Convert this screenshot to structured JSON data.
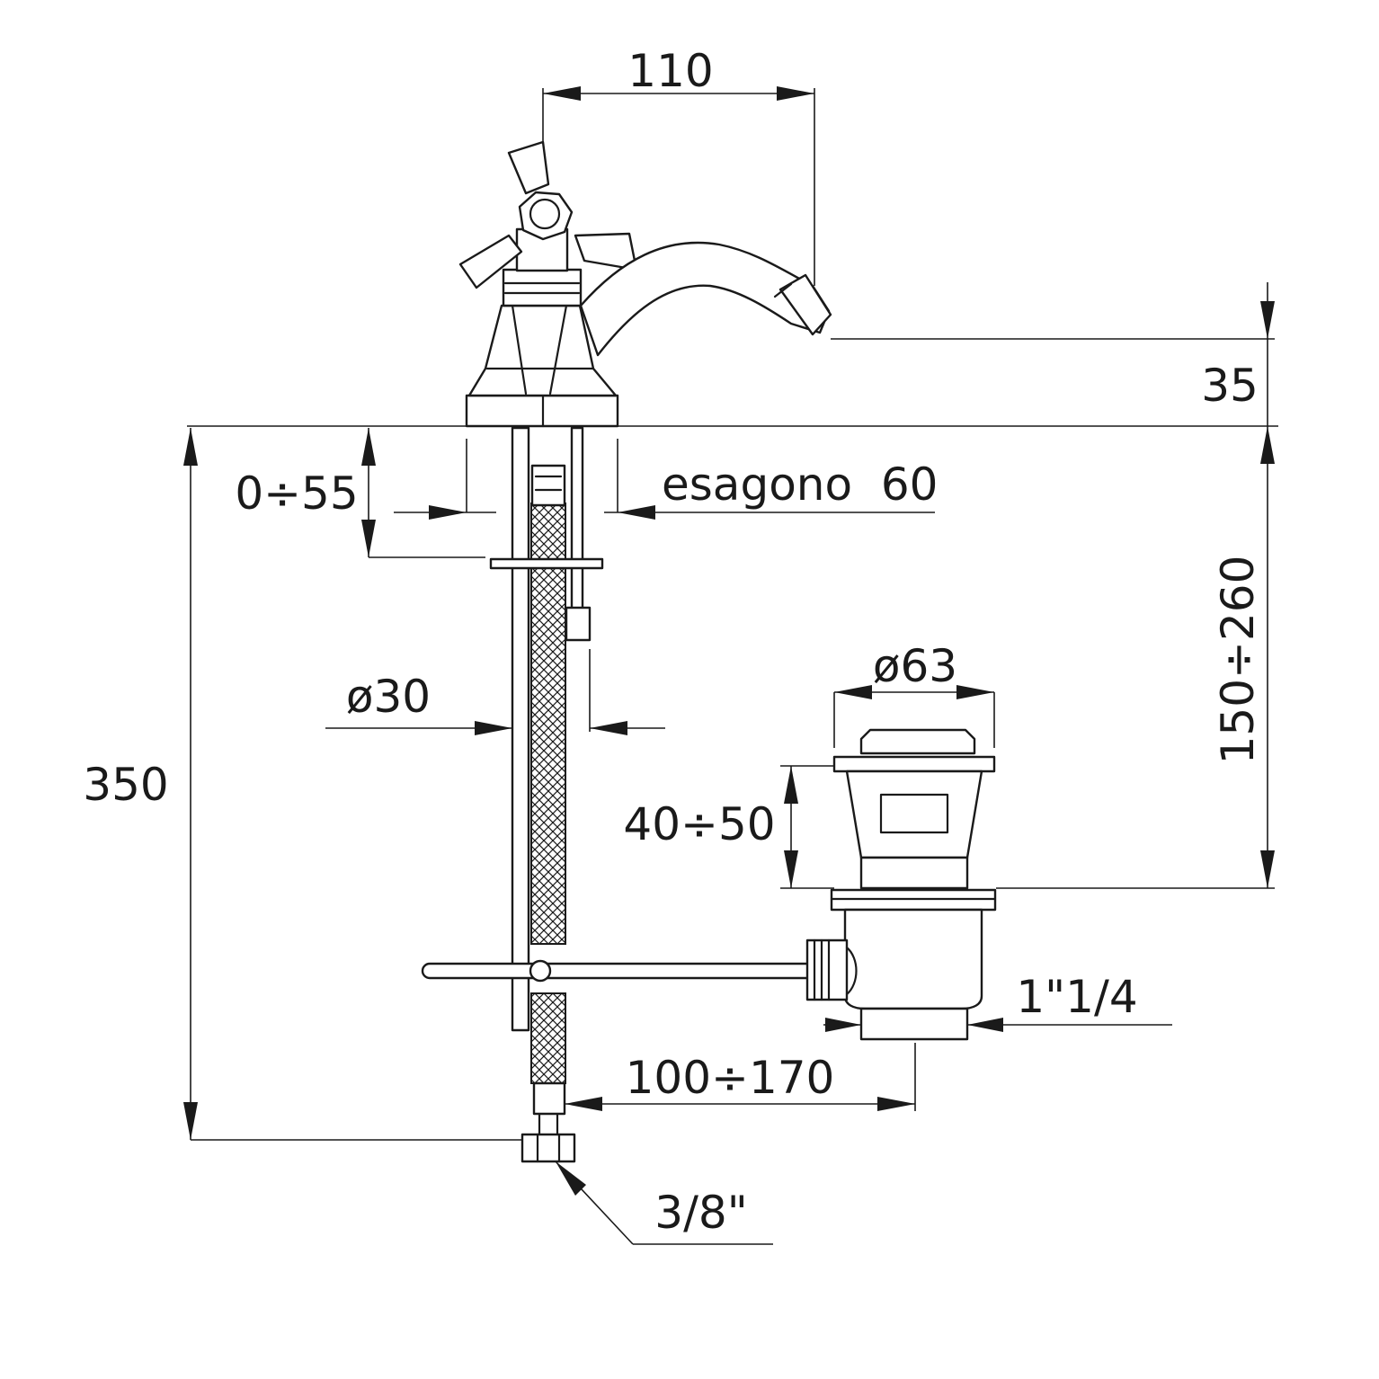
{
  "dimensions": {
    "spout_reach": "110",
    "spout_height": "35",
    "deck_thickness": "0÷55",
    "hexagon": "esagono  60",
    "adjust_range": "150÷260",
    "pipe_diameter": "ø30",
    "total_height": "350",
    "plug_diameter": "ø63",
    "plug_range": "40÷50",
    "waste_thread": "1\"1/4",
    "rod_distance": "100÷170",
    "connection": "3/8\""
  },
  "colors": {
    "line": "#1a1a1a",
    "background": "#ffffff"
  }
}
